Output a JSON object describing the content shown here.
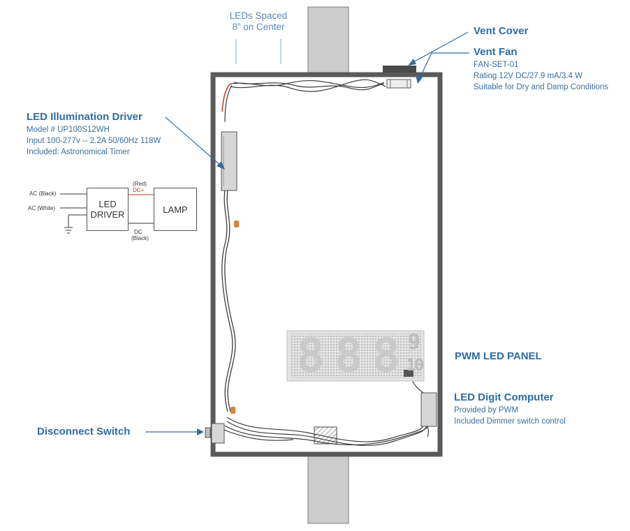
{
  "header": {
    "leds_spaced_line1": "LEDs Spaced",
    "leds_spaced_line2": "8” on Center"
  },
  "vent_cover": {
    "title": "Vent Cover"
  },
  "vent_fan": {
    "title": "Vent Fan",
    "lines": [
      "FAN-SET-01",
      "Rating 12V DC/27.9 mA/3.4 W",
      "Suitable for Dry and Damp Conditions"
    ]
  },
  "led_driver_callout": {
    "title": "LED Illumination Driver",
    "lines": [
      "Model # UP100S12WH",
      "Input 100-277v -- 2.2A 50/60Hz 118W",
      "Included: Astronomical Timer"
    ]
  },
  "wiring": {
    "ac_black": "AC (Black)",
    "ac_white": "AC (White)",
    "red_label": "(Red)",
    "dc_plus": "DC+",
    "dc_label": "DC",
    "black_label": "(Black)",
    "driver_line1": "LED",
    "driver_line2": "DRIVER",
    "lamp": "LAMP"
  },
  "pwm_panel": {
    "title": "PWM LED PANEL",
    "digits": [
      "8",
      "8",
      "8"
    ],
    "fraction_top": "9",
    "fraction_bottom": "10"
  },
  "digit_computer": {
    "title": "LED Digit Computer",
    "lines": [
      "Provided by PWM",
      "Included Dimmer switch control"
    ]
  },
  "disconnect": {
    "title": "Disconnect Switch"
  },
  "colors": {
    "callout_blue": "#2e6ca4",
    "frame": "#5a5a5a",
    "pole": "#cccccc",
    "wire": "#3d3d3d",
    "red_wire": "#c0392b",
    "connector": "#d9833b",
    "panel_bg": "#e3e3e3"
  }
}
